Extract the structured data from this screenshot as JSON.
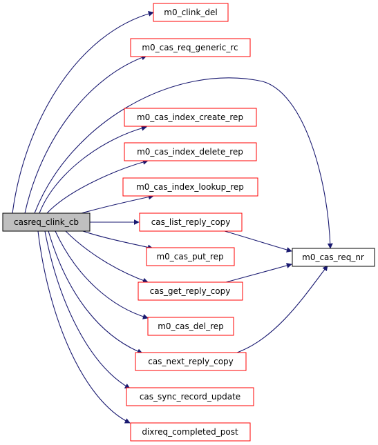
{
  "colors": {
    "edge": "#191970",
    "node_border_red": "#ff0000",
    "node_border_black": "#000000",
    "root_fill": "#bfbfbf",
    "node_fill": "#ffffff"
  },
  "nodes": {
    "root": {
      "label": "casreq_clink_cb"
    },
    "m0_clink_del": {
      "label": "m0_clink_del"
    },
    "m0_cas_req_generic_rc": {
      "label": "m0_cas_req_generic_rc"
    },
    "m0_cas_index_create_rep": {
      "label": "m0_cas_index_create_rep"
    },
    "m0_cas_index_delete_rep": {
      "label": "m0_cas_index_delete_rep"
    },
    "m0_cas_index_lookup_rep": {
      "label": "m0_cas_index_lookup_rep"
    },
    "cas_list_reply_copy": {
      "label": "cas_list_reply_copy"
    },
    "m0_cas_put_rep": {
      "label": "m0_cas_put_rep"
    },
    "cas_get_reply_copy": {
      "label": "cas_get_reply_copy"
    },
    "m0_cas_del_rep": {
      "label": "m0_cas_del_rep"
    },
    "cas_next_reply_copy": {
      "label": "cas_next_reply_copy"
    },
    "cas_sync_record_update": {
      "label": "cas_sync_record_update"
    },
    "dixreq_completed_post": {
      "label": "dixreq_completed_post"
    },
    "m0_cas_req_nr": {
      "label": "m0_cas_req_nr"
    }
  }
}
